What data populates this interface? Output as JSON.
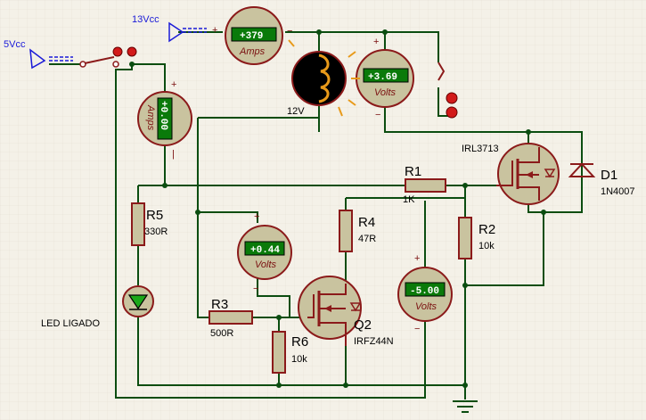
{
  "sources": {
    "vcc5": {
      "label": "5Vcc",
      "color": "#1a1ad8"
    },
    "vcc13": {
      "label": "13Vcc",
      "color": "#1a1ad8"
    }
  },
  "meters": {
    "amps_top": {
      "value": "+379",
      "unit": "Amps"
    },
    "volts_lamp": {
      "value": "+3.69",
      "unit": "Volts"
    },
    "amps_left": {
      "value": "+0.00",
      "unit": "Amps"
    },
    "volts_mid": {
      "value": "+0.44",
      "unit": "Volts"
    },
    "volts_right": {
      "value": "-5.00",
      "unit": "Volts"
    }
  },
  "components": {
    "lamp": {
      "label": "12V"
    },
    "r1": {
      "name": "R1",
      "value": "1K"
    },
    "r2": {
      "name": "R2",
      "value": "10k"
    },
    "r3": {
      "name": "R3",
      "value": "500R"
    },
    "r4": {
      "name": "R4",
      "value": "47R"
    },
    "r5": {
      "name": "R5",
      "value": "330R"
    },
    "r6": {
      "name": "R6",
      "value": "10k"
    },
    "q1": {
      "part": "IRL3713"
    },
    "q2": {
      "name": "Q2",
      "part": "IRFZ44N"
    },
    "d1": {
      "name": "D1",
      "part": "1N4007"
    },
    "led": {
      "label": "LED LIGADO",
      "color": "#1aa81a"
    }
  },
  "signs": {
    "plus": "+",
    "minus": "−",
    "minus_bar": "|"
  },
  "colors": {
    "wire": "#0b4d10",
    "component": "#8b1a1a",
    "lcd": "#0a7a0a",
    "background": "#f4f1e8"
  }
}
